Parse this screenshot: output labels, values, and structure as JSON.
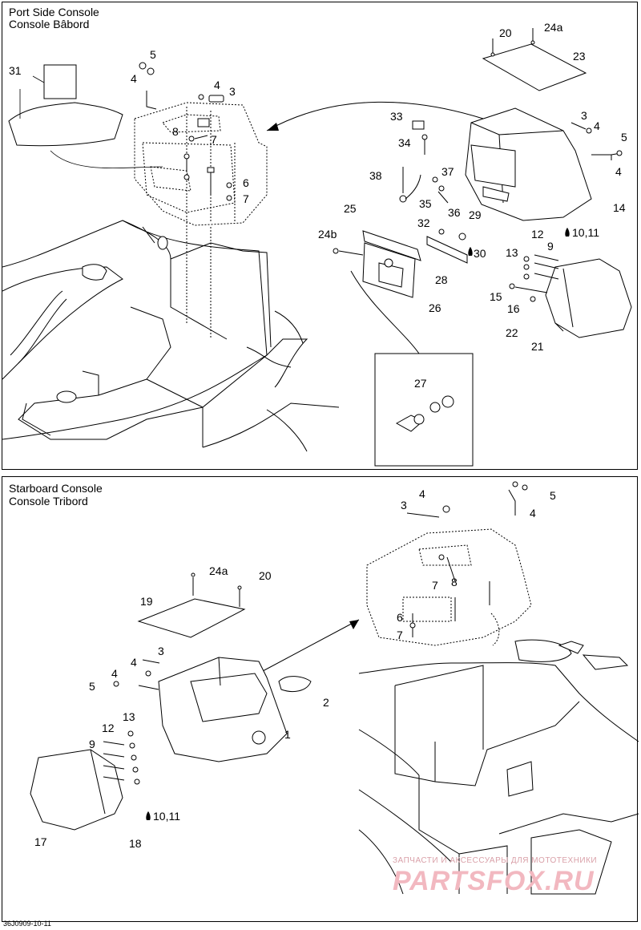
{
  "top_section": {
    "title_line1": "Port Side Console",
    "title_line2": "Console Bâbord",
    "callouts": {
      "c31": "31",
      "c5a": "5",
      "c4a": "4",
      "c4b": "4",
      "c3a": "3",
      "c8": "8",
      "c7a": "7",
      "c6": "6",
      "c7b": "7",
      "c20": "20",
      "c24a": "24a",
      "c23": "23",
      "c33": "33",
      "c34": "34",
      "c3b": "3",
      "c4c": "4",
      "c5b": "5",
      "c4d": "4",
      "c38": "38",
      "c37": "37",
      "c35": "35",
      "c36": "36",
      "c14": "14",
      "c25": "25",
      "c32": "32",
      "c29": "29",
      "c30": "30",
      "c24b": "24b",
      "c28": "28",
      "c26": "26",
      "c12": "12",
      "c9": "9",
      "c1011": "10,11",
      "c13": "13",
      "c15": "15",
      "c16": "16",
      "c22": "22",
      "c21": "21",
      "c27": "27"
    }
  },
  "bottom_section": {
    "title_line1": "Starboard Console",
    "title_line2": "Console Tribord",
    "callouts": {
      "c4a": "4",
      "c5a": "5",
      "c3a": "3",
      "c4b": "4",
      "c7a": "7",
      "c8": "8",
      "c6": "6",
      "c7b": "7",
      "c24a": "24a",
      "c20": "20",
      "c19": "19",
      "c3b": "3",
      "c4c": "4",
      "c4d": "4",
      "c5b": "5",
      "c2": "2",
      "c1": "1",
      "c12": "12",
      "c13": "13",
      "c9": "9",
      "c1011": "10,11",
      "c17": "17",
      "c18": "18"
    }
  },
  "footer": {
    "code": "36J0909-10-11"
  },
  "watermark": {
    "text_line": "ЗАПЧАСТИ И АКСЕССУАРЫ ДЛЯ МОТОТЕХНИКИ",
    "logo": "PARTSFOX.RU"
  },
  "colors": {
    "line": "#000000",
    "background": "#ffffff",
    "watermark": "#f2b8c0"
  }
}
